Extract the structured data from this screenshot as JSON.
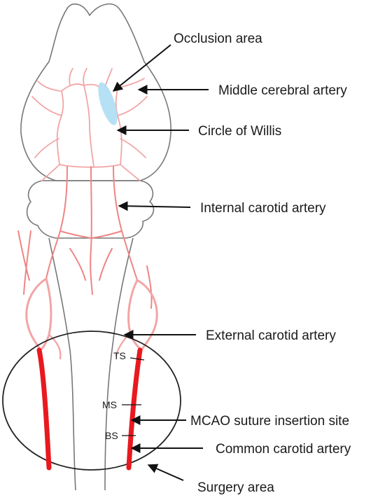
{
  "labels": {
    "occlusion_area": "Occlusion area",
    "middle_cerebral_artery": "Middle cerebral artery",
    "circle_of_willis": "Circle of Willis",
    "internal_carotid_artery": "Internal carotid artery",
    "external_carotid_artery": "External carotid artery",
    "mcao_suture_insertion_site": "MCAO suture insertion site",
    "common_carotid_artery": "Common carotid artery",
    "surgery_area": "Surgery area",
    "ts": "TS",
    "ms": "MS",
    "bs": "BS"
  },
  "colors": {
    "outline": "#777777",
    "light_vessel": "#f2a5a5",
    "mid_vessel": "#ee8585",
    "carotid": "#e8191f",
    "occlusion": "#a9dcf3",
    "text": "#1a1a1a"
  }
}
